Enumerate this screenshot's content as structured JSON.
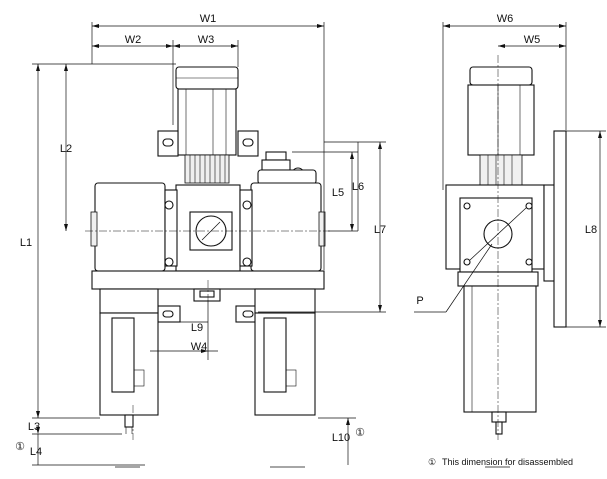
{
  "dimensions": {
    "w1": "W1",
    "w2": "W2",
    "w3": "W3",
    "w4": "W4",
    "w5": "W5",
    "w6": "W6",
    "l1": "L1",
    "l2": "L2",
    "l3": "L3",
    "l4": "L4",
    "l5": "L5",
    "l6": "L6",
    "l7": "L7",
    "l8": "L8",
    "l9": "L9",
    "l10": "L10",
    "p": "P"
  },
  "marks": {
    "circle_one": "①"
  },
  "footnote": {
    "symbol": "①",
    "text": "This dimension for disassembled"
  }
}
